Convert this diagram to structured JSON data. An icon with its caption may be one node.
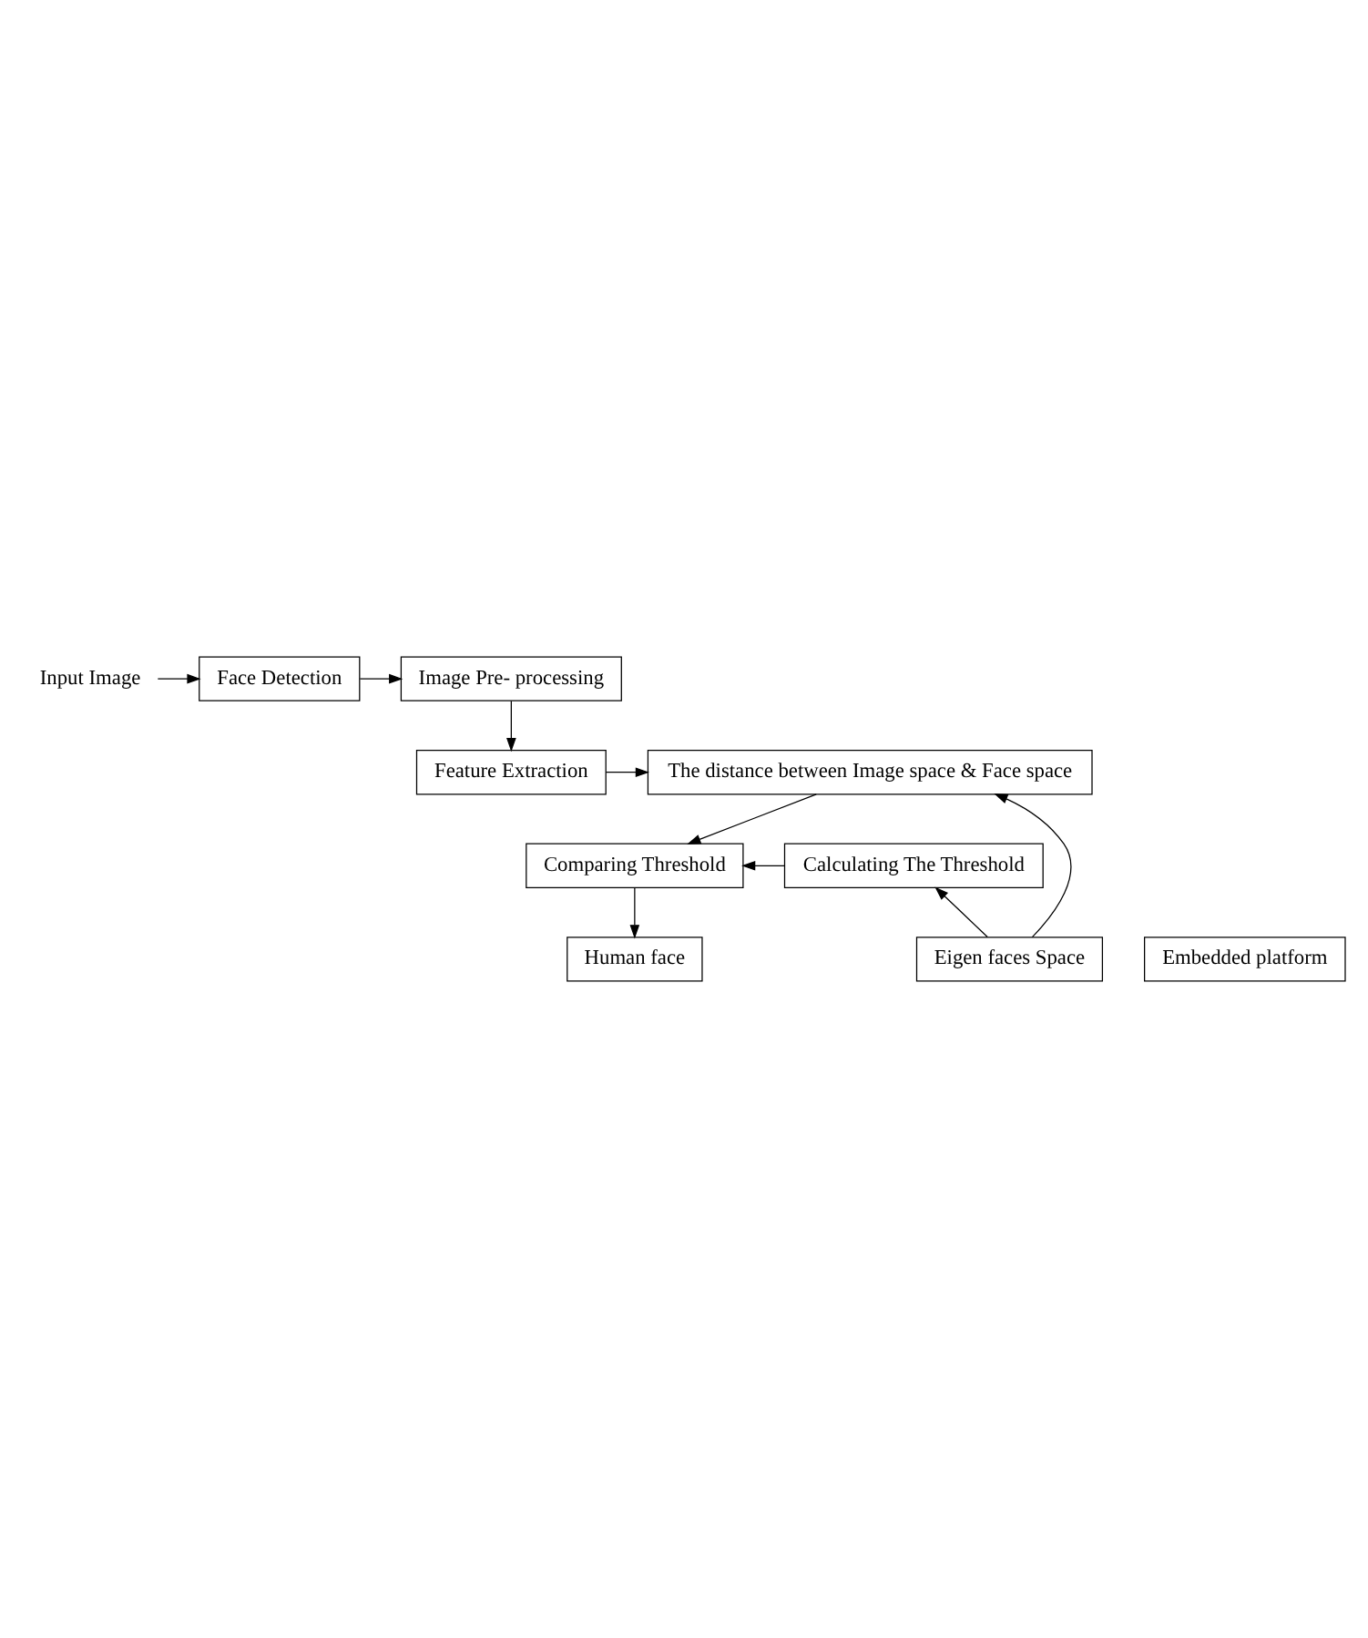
{
  "diagram": {
    "nodes": [
      {
        "text": [
          "Input Image"
        ]
      },
      {
        "text": [
          "Face Detection"
        ]
      },
      {
        "text": [
          "Image Pre- processing"
        ]
      },
      {
        "text": [
          "Feature Extraction"
        ]
      },
      {
        "text": [
          "The distance between Image space & Face space"
        ]
      },
      {
        "text": [
          "Comparing Threshold"
        ]
      },
      {
        "text": [
          "Calculating The Threshold"
        ]
      },
      {
        "text": [
          "Eigen faces Space"
        ]
      },
      {
        "text": [
          "Embedded platform"
        ]
      },
      {
        "text": [
          "Human face"
        ]
      }
    ],
    "edges": [
      {
        "from": 0,
        "to": 1,
        "arrow": "to"
      },
      {
        "from": 1,
        "to": 2,
        "arrow": "to"
      },
      {
        "from": 2,
        "to": 3,
        "arrow": "to"
      },
      {
        "from": 3,
        "to": 4,
        "arrow": "to"
      },
      {
        "from": 4,
        "to": 5,
        "arrow": "to"
      },
      {
        "from": 6,
        "to": 5,
        "arrow": "to"
      },
      {
        "from": 5,
        "to": 9,
        "arrow": "to"
      },
      {
        "from": 7,
        "to": 6,
        "arrow": "to"
      },
      {
        "from": 7,
        "to": 4,
        "arrow": "to"
      }
    ]
  }
}
